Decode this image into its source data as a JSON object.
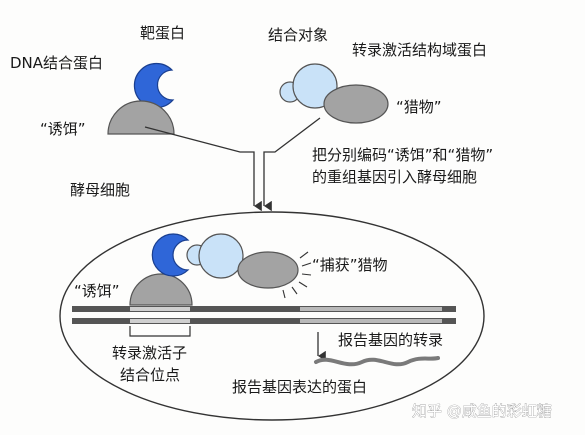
{
  "labels": {
    "dna_binding_protein": "DNA结合蛋白",
    "target_protein": "靶蛋白",
    "binding_partner": "结合对象",
    "activation_domain_protein": "转录激活结构域蛋白",
    "bait_top": "“诱饵”",
    "prey_top": "“猎物”",
    "instruction_line1": "把分别编码“诱饵”和“猎物”",
    "instruction_line2": "的重组基因引入酵母细胞",
    "yeast_cell": "酵母细胞",
    "captured_prey": "“捕获”猎物",
    "bait_inside": "“诱饵”",
    "activator_site_line1": "转录激活子",
    "activator_site_line2": "结合位点",
    "reporter_transcription": "报告基因的转录",
    "reporter_protein": "报告基因表达的蛋白"
  },
  "watermark": "知乎 @咸鱼的彩虹糖",
  "colors": {
    "blue_dark": "#2f66d8",
    "blue_light": "#c9e2f8",
    "gray_shape": "#a3a3a3",
    "dna_dark": "#555555",
    "dna_light": "#c8c8c8"
  }
}
